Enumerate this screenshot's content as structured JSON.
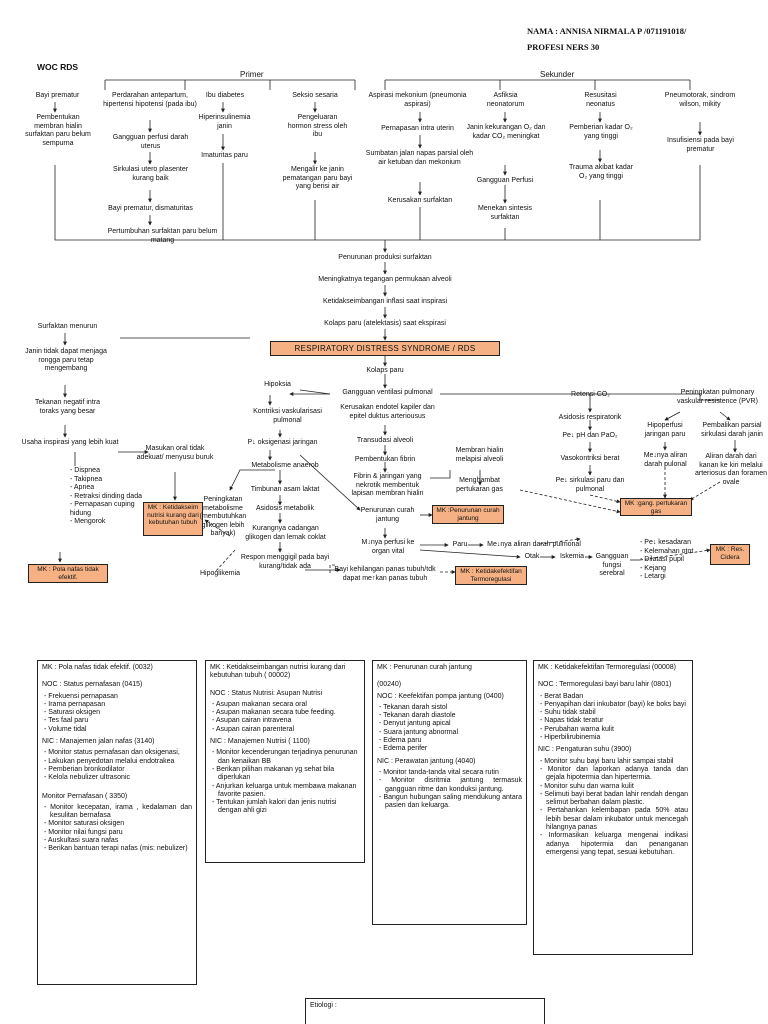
{
  "header": {
    "name_line": "NAMA : ANNISA NIRMALA P /071191018/",
    "profession_line": "PROFESI NERS 30",
    "title": "WOC RDS"
  },
  "primary_label": "Primer",
  "secondary_label": "Sekunder",
  "nodes": {
    "bayi_prematur": "Bayi prematur",
    "membran_hialin": "Pembentukan membran hialin surfaktan paru belum sempurna",
    "perdarahan": "Perdarahan antepartum, hipertensi hipotensi (pada ibu)",
    "gangguan_perfusi_uterus": "Gangguan perfusi darah uterus",
    "sirkulasi_utero": "Sirkulasi utero plasenter kurang baik",
    "bayi_dismaturitas": "Bayi prematur, dismaturitas",
    "pertumbuhan_surfaktan": "Pertumbuhan surfaktan paru belum matang",
    "ibu_diabetes": "Ibu diabetes",
    "hiperinsulinemia": "Hiperinsulinemia janin",
    "imaturitas": "Imaturitas paru",
    "seksio": "Seksio sesaria",
    "hormon_stress": "Pengeluaran hormon stress oleh ibu",
    "mengalir_janin": "Mengalir ke janin pematangan paru bayi yang berisi air",
    "aspirasi": "Aspirasi mekonium (pneumonia aspirasi)",
    "intra_uterin": "Pernapasan intra uterin",
    "sumbatan": "Sumbatan jalan napas parsial oleh air ketuban dan mekonium",
    "kerusakan_surfaktan": "Kerusakan surfaktan",
    "asfiksia": "Asfiksia neonatorum",
    "janin_kekurangan": "Janin kekurangan O₂ dan kadar CO₂ meningkat",
    "gangguan_perfusi": "Gangguan Perfusi",
    "menekan_sintesis": "Menekan sintesis surfaktan",
    "resusitasi": "Resusitasi neonatus",
    "pemberian_o2": "Pemberian kadar O₂ yang tinggi",
    "trauma_o2": "Trauma akibat kadar O₂ yang tinggi",
    "pneumotorak": "Pneumotorak, sindrom wilson, mikity",
    "insufisiensi": "Insufisiensi pada bayi prematur",
    "penurunan_produksi": "Penurunan produksi surfaktan",
    "tegangan_alveoli": "Meningkatnya tegangan permukaan alveoli",
    "ketidakseimbangan_inflasi": "Ketidakseimbangan inflasi saat inspirasi",
    "kolaps_atelektasis": "Kolaps paru (atelektasis) saat ekspirasi",
    "rds_banner": "RESPIRATORY DISTRESS SYNDROME / RDS",
    "kolaps_paru": "Kolaps paru",
    "gangguan_ventilasi": "Gangguan ventilasi pulmonal",
    "surfaktan_menurun": "Surfaktan menurun",
    "janin_tidak_dapat": "Janin tidak dapat menjaga rongga paru tetap mengembang",
    "tekanan_negatif": "Tekanan negatif intra toraks yang besar",
    "usaha_inspirasi": "Usaha inspirasi yang lebih kuat",
    "masukan_oral": "Masukan oral tidak adekuat/ menyusu buruk",
    "symptoms": [
      "- Dispnea",
      "- Takipnea",
      "- Apnea",
      "- Retraksi dinding dada",
      "- Pernapasan cuping hidung",
      "- Mengorok"
    ],
    "mk_pola_nafas": "MK : Pola nafas tidak efektif.",
    "hipoksia": "Hipoksia",
    "kontriksi": "Kontriksi vaskularisasi pulmonal",
    "p_oksigenasi": "P↓ oksigenasi jaringan",
    "metabolisme_anaerob": "Metabolisme anaerob",
    "timbunan": "Timbunan asam laktat",
    "asidosis_metabolik": "Asidosis metabolik",
    "kurangnya_cadangan": "Kurangnya cadangan glikogen dan lemak coklat",
    "respon_menggigil": "Respon menggigil pada bayi kurang/tidak ada",
    "peningkatan_metabolisme": "Peningkatan metabolisme (membutuhkan glikogen lebih banyak)",
    "mk_nutrisi": "MK : Ketidakseim nutrisi kurang dari kebutuhan tubuh",
    "hipoglikemia": "Hipoglikemia",
    "kerusakan_endotel": "Kerusakan endotel kapiler dan epitel duktus arteriousus",
    "transudasi": "Transudasi alveoli",
    "pembentukan_fibrin": "Pembentukan fibrin",
    "fibrin_jaringan": "Fibrin & jaringan yang nekrotik membentuk lapisan membran hialin",
    "membran_melapisi": "Membran hialin melapisi alveoli",
    "menghambat": "Menghambat pertukaran gas",
    "penurunan_curah": "Penurunan curah jantung",
    "mk_curah": "MK :Penurunan curah jantung",
    "perfusi_organ": "M↓nya perfusi ke organ vital",
    "paru": "Paru",
    "aliran_pulmonal": "Me↓nya aliran darah pulmonal",
    "otak": "Otak",
    "iskemia": "Iskemia",
    "gangguan_serebral": "Gangguan fungsi serebral",
    "kehilangan_panas": "Bayi kehilangan panas tubuh/tdk dapat me↑kan panas tubuh",
    "mk_termo": "MK : Ketidakefektifan Termoregulasi",
    "retensi": "Retensi CO₂",
    "asidosis_resp": "Asidosis respiratorik",
    "ph_pao2": "Pe↓ pH dan PaO₂",
    "vasokontriksi": "Vasokontriksi berat",
    "sirkulasi_paru": "Pe↓ sirkulasi paru dan pulmonal",
    "pvr": "Peningkatan pulmonary vaskular resistence (PVR)",
    "hipoperfusi": "Hipoperfusi jaringan paru",
    "pembalikan": "Pembalikan parsial sirkulasi darah janin",
    "aliran_pulonal": "Me↓nya aliran darah pulonal",
    "aliran_kanan_kiri": "Aliran darah dari kanan ke kiri melalui arteriosus dan foramen ovale",
    "mk_gas": "MK :gang. pertukaran gas",
    "neuro_list": [
      "- Pe↓ kesadaran",
      "- Kelemahan otot",
      "- Dilatasi pupil",
      "- Kejang",
      "- Letargi"
    ],
    "mk_cidera": "MK : Res. Cidera"
  },
  "boxes": {
    "pola": {
      "title": "MK : Pola nafas tidak efektif. (0032)",
      "noc": "NOC : Status pernafasan (0415)",
      "noc_items": [
        "Frekuensi pernapasan",
        "Irama pernapasan",
        "Saturasi oksigen",
        "Tes faal paru",
        "Volume tidal"
      ],
      "nic1": "NIC : Manajemen jalan nafas (3140)",
      "nic1_items": [
        "Monitor status pernafasan dan oksigenasi,",
        "Lakukan penyedotan melalui endotrakea",
        "Pemberian bronkodilator",
        "Kelola nebulizer ultrasonic"
      ],
      "nic2": "Monitor Pernafasan ( 3350)",
      "nic2_items": [
        "Monitor kecepatan, irama , kedalaman dan kesulitan bernafasa",
        "Monitor saturasi oksigen",
        "Monitor nilai fungsi paru",
        "Auskultasi suara nafas",
        "Berikan bantuan terapi nafas (mis: nebulizer)"
      ]
    },
    "nutrisi": {
      "title": "MK : Ketidakseimbangan nutrisi kurang dari kebutuhan tubuh ( 00002)",
      "noc": "NOC : Status Nutrisi: Asupan Nutrisi",
      "noc_items": [
        "Asupan makanan secara oral",
        "Asupan makanan secara tube feeding.",
        "Asupan cairan intravena",
        "Asupan cairan parenteral"
      ],
      "nic": "NIC : Manajemen Nutrisi ( 1100)",
      "nic_items": [
        "Monitor kecenderungan terjadinya penurunan dan kenaikan BB",
        "Berikan pilihan makanan yg sehat bila diperlukan",
        "Anjurkan keluarga untuk membawa makanan favorite pasien.",
        "Tentukan jumlah kalori dan jenis nutrisi dengan ahli gizi"
      ]
    },
    "curah": {
      "title": "MK : Penurunan curah jantung",
      "code": "(00240)",
      "noc": "NOC : Keefektifan pompa jantung (0400)",
      "noc_items": [
        "Tekanan darah sistol",
        "Tekanan darah diastole",
        "Denyut jantung apical",
        "Suara jantung abnormal",
        "Edema paru",
        "Edema perifer"
      ],
      "nic": "NIC : Perawatan jantung (4040)",
      "nic_items": [
        "Monitor tanda-tanda vital secara rutin",
        "Monitor disritmia jantung termasuk gangguan ritme dan konduksi jantung.",
        "Bangun hubungan saling mendukung antara pasien dan keluarga."
      ]
    },
    "termo": {
      "title": "MK : Ketidakefektifan Termoregulasi (00008)",
      "noc": "NOC : Termoregulasi bayi baru lahir (0801)",
      "noc_items": [
        "Berat Badan",
        "Penyapihan dari inkubator (bayi) ke boks bayi",
        "Suhu tidak stabil",
        "Napas tidak teratur",
        "Perubahan warna kulit",
        "Hiperbilirubinemia"
      ],
      "nic": "NIC : Pengaturan suhu (3900)",
      "nic_items": [
        "Monitor suhu bayi baru lahir sampai stabil",
        "Monitor dan laporkan adanya tanda dan gejala hipotermia dan hipertermia.",
        "Monitor suhu dan warna kulit",
        "Selimuti bayi berat badan lahir rendah dengan selimut berbahan dalam plastic.",
        "Pertahankan kelembapan pada 50% atau lebih besar dalam inkubator untuk mencegah hilangnya panas",
        "Informasikan keluarga mengenai indikasi adanya hipotermia dan penanganan emergensi yang tepat, sesuai kebutuhan."
      ]
    },
    "etiologi": "Etiologi :"
  },
  "colors": {
    "mk_fill": "#f5b183",
    "line": "#222222"
  }
}
